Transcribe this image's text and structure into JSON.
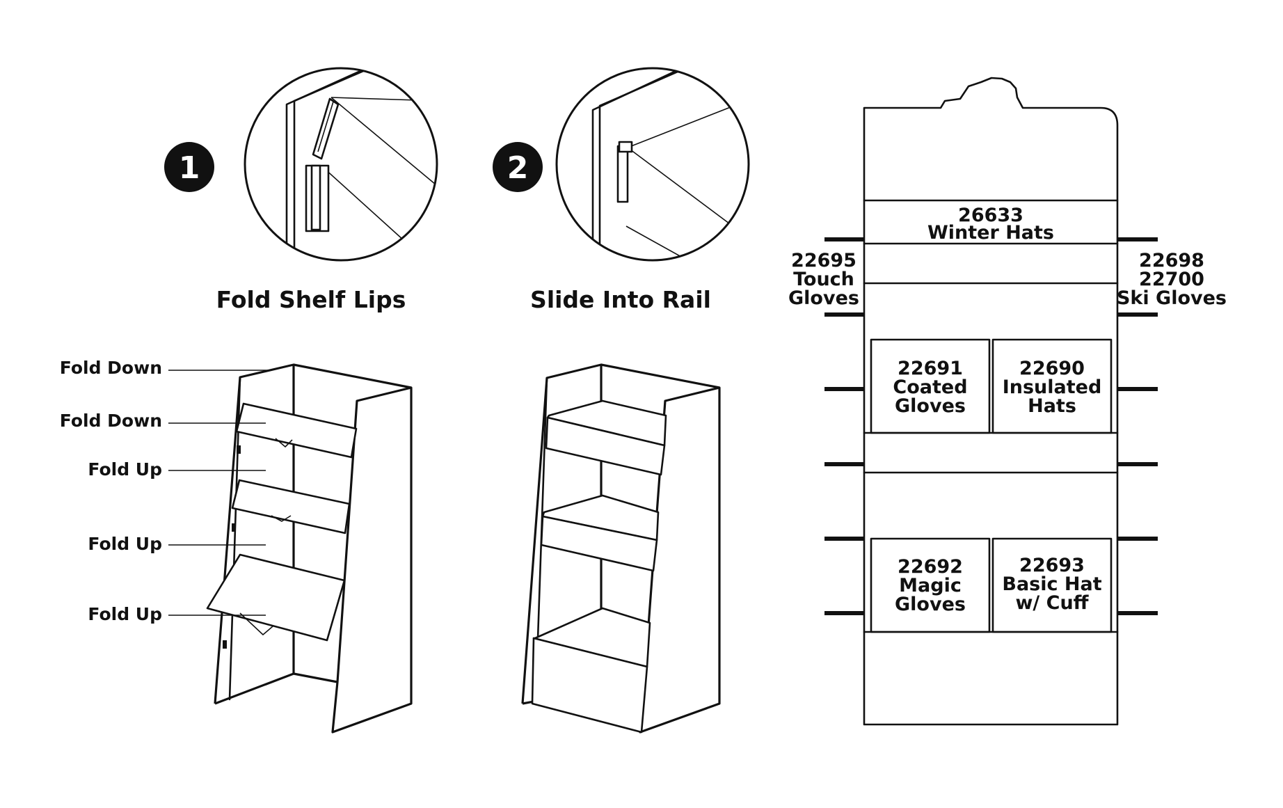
{
  "steps": [
    {
      "number": "1",
      "caption": "Fold Shelf Lips"
    },
    {
      "number": "2",
      "caption": "Slide Into Rail"
    }
  ],
  "fold_labels": [
    "Fold Down",
    "Fold Down",
    "Fold Up",
    "Fold Up",
    "Fold Up"
  ],
  "planogram": {
    "header": {
      "sku": "26633",
      "name": "Winter Hats"
    },
    "left_side": [
      "22695",
      "Touch",
      "Gloves"
    ],
    "right_side": [
      "22698",
      "22700",
      "Ski Gloves"
    ],
    "boxes": [
      {
        "lines": [
          "22691",
          "Coated",
          "Gloves"
        ]
      },
      {
        "lines": [
          "22690",
          "Insulated",
          "Hats"
        ]
      },
      {
        "lines": [
          "22692",
          "Magic",
          "Gloves"
        ]
      },
      {
        "lines": [
          "22693",
          "Basic Hat",
          "w/ Cuff"
        ]
      }
    ]
  }
}
